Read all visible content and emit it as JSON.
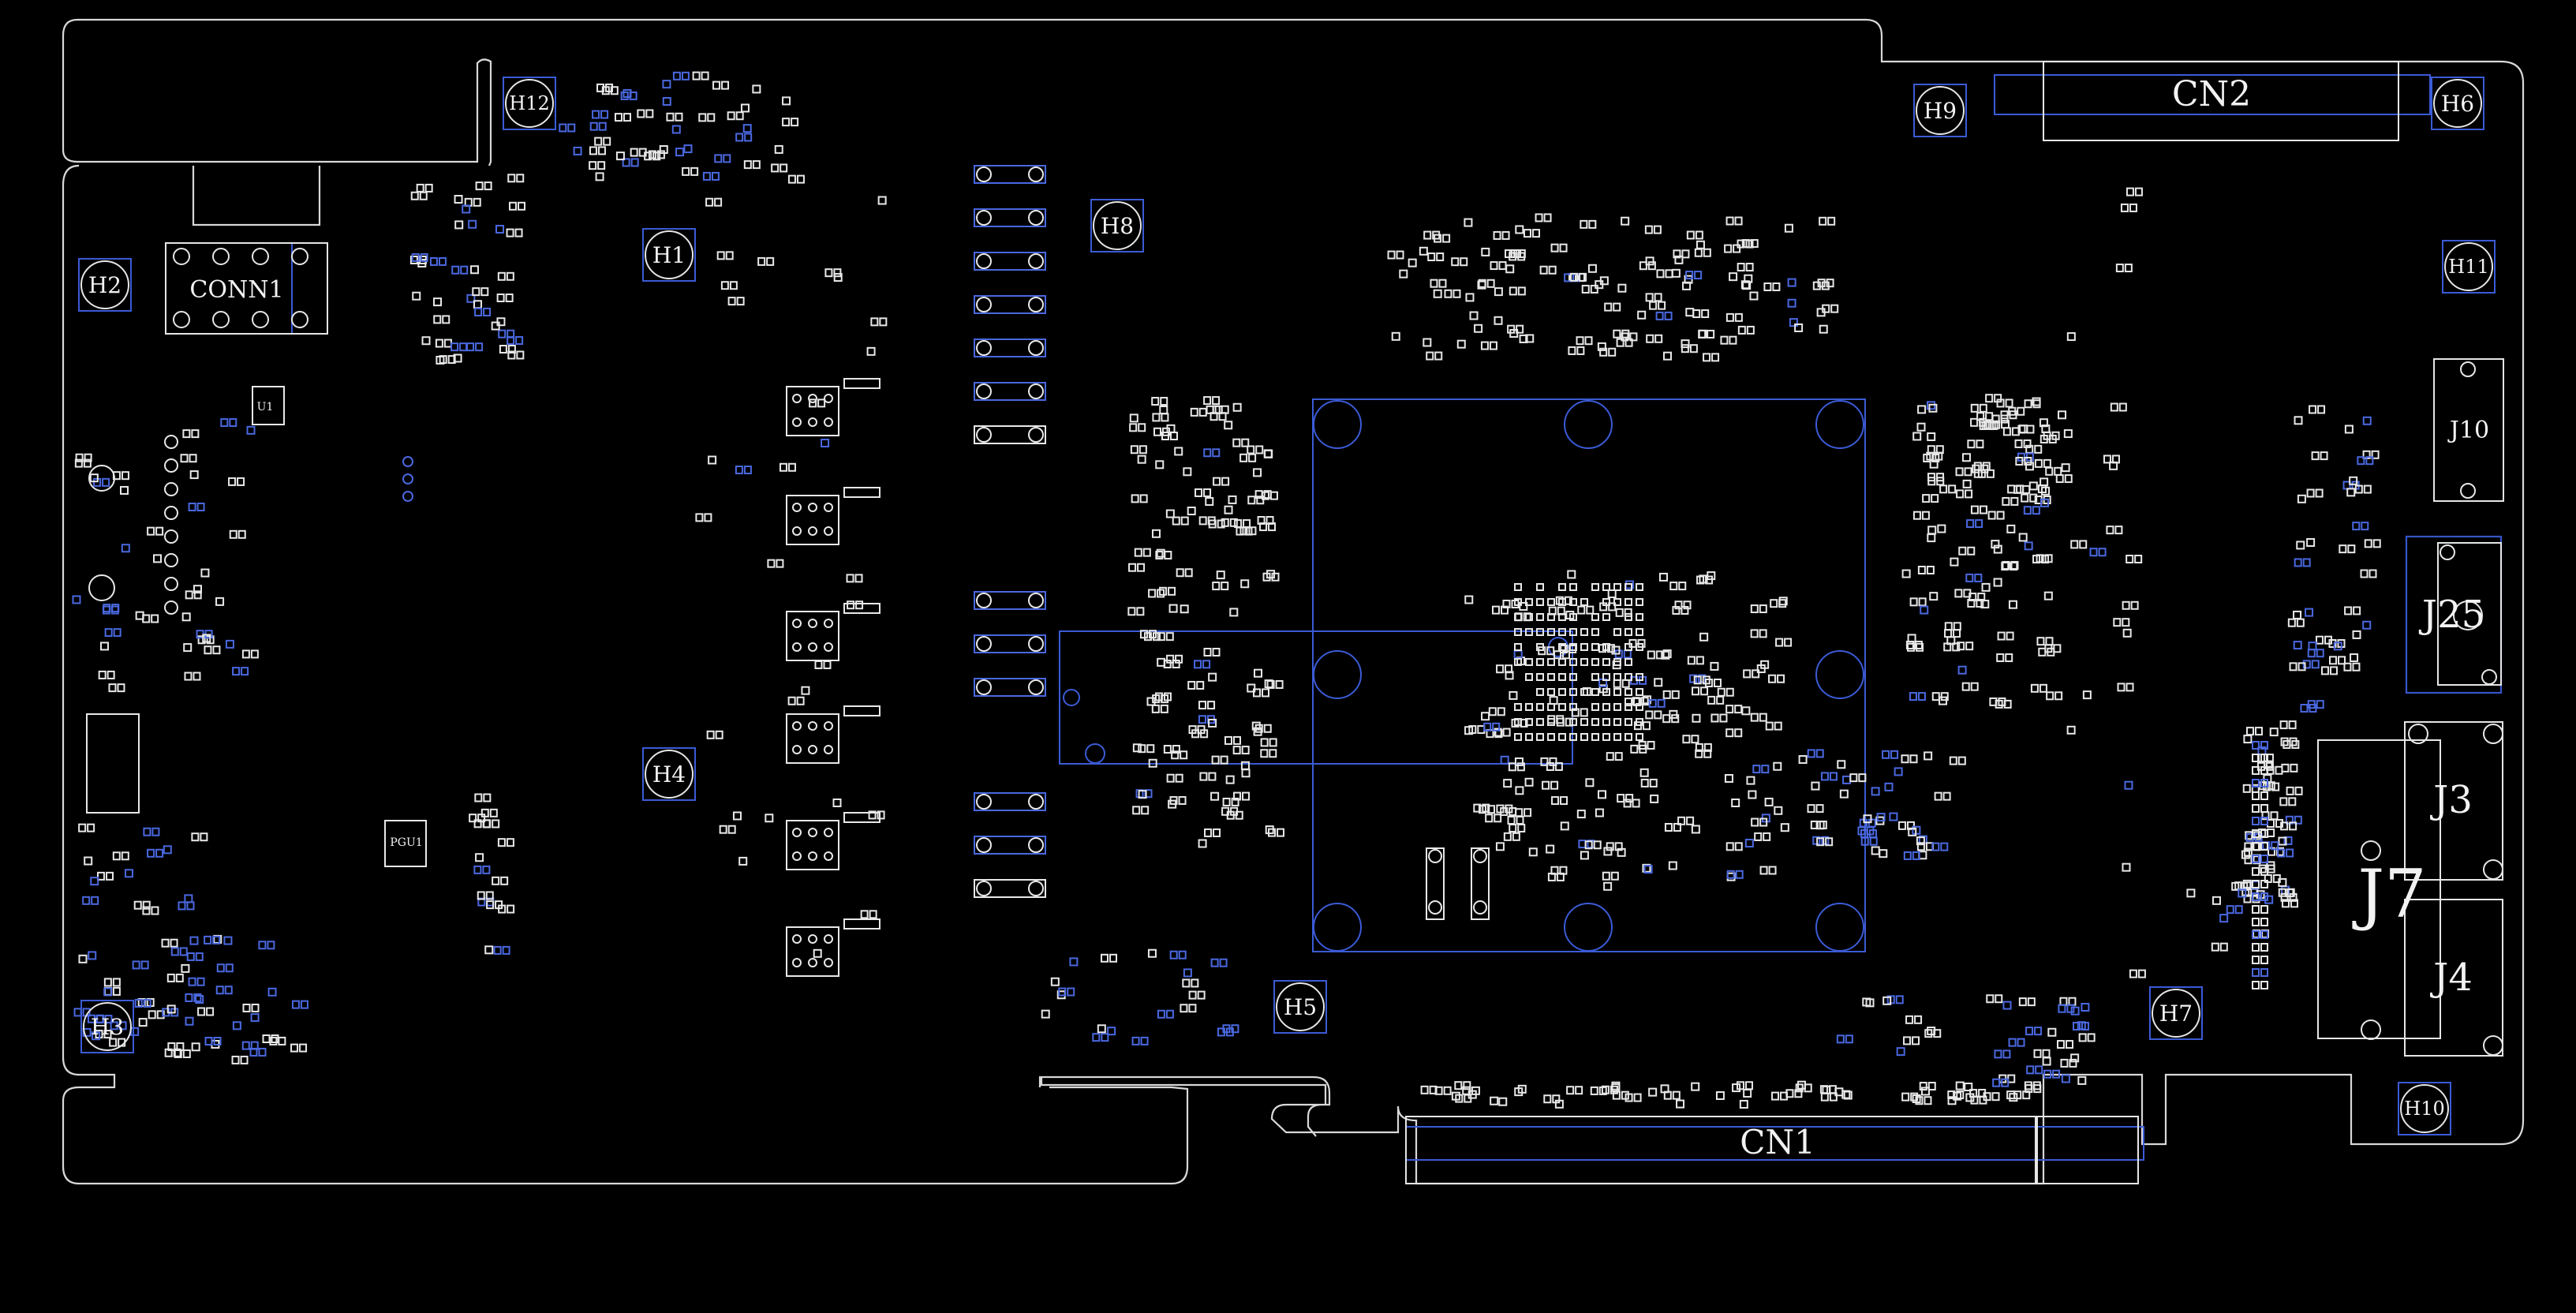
{
  "board": {
    "mounting_holes": [
      "H1",
      "H2",
      "H3",
      "H4",
      "H5",
      "H6",
      "H7",
      "H8",
      "H9",
      "H10",
      "H11",
      "H12"
    ],
    "connectors": [
      "CN1",
      "CN2",
      "CONN1",
      "J3",
      "J4",
      "J7",
      "J10",
      "J25"
    ],
    "small_labels": [
      "PGU1",
      "U1"
    ]
  },
  "colors": {
    "background": "#000000",
    "outline": "#d8d8d8",
    "silkscreen": "#e6e6e6",
    "bottom_layer": "#3b5bd6"
  }
}
